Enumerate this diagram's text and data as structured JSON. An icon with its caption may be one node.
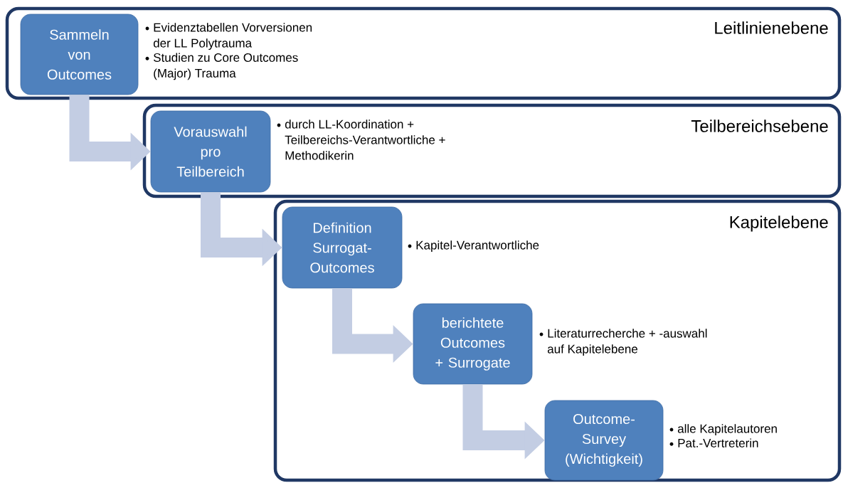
{
  "diagram": {
    "nodes": [
      {
        "text": [
          "Leitlinienebene"
        ]
      },
      {
        "text": [
          "Sammeln von Outcomes"
        ],
        "in": 0,
        "beside": [
          "Evidenztabellen Vorversionen der LL Polytrauma",
          "Studien zu Core Outcomes (Major) Trauma"
        ]
      },
      {
        "text": [
          "Teilbereichsebene"
        ]
      },
      {
        "text": [
          "Vorauswahl pro Teilbereich"
        ],
        "in": 2,
        "beside": [
          "durch LL-Koordination + Teilbereichs-Verantwortliche + Methodikerin"
        ]
      },
      {
        "text": [
          "Kapitelebene"
        ]
      },
      {
        "text": [
          "Definition Surrogat-Outcomes"
        ],
        "in": 4,
        "beside": [
          "Kapitel-Verantwortliche"
        ]
      },
      {
        "text": [
          "berichtete Outcomes + Surrogate"
        ],
        "in": 4,
        "beside": [
          "Literaturrecherche + -auswahl auf Kapitelebene"
        ]
      },
      {
        "text": [
          "Outcome-Survey (Wichtigkeit)"
        ],
        "in": 4,
        "beside": [
          "alle Kapitelautoren",
          "Pat.-Vertreterin"
        ]
      }
    ],
    "edges": [
      {
        "from": 1,
        "to": 3,
        "arrow": "to"
      },
      {
        "from": 3,
        "to": 5,
        "arrow": "to"
      },
      {
        "from": 5,
        "to": 6,
        "arrow": "to"
      },
      {
        "from": 6,
        "to": 7,
        "arrow": "to"
      }
    ]
  }
}
